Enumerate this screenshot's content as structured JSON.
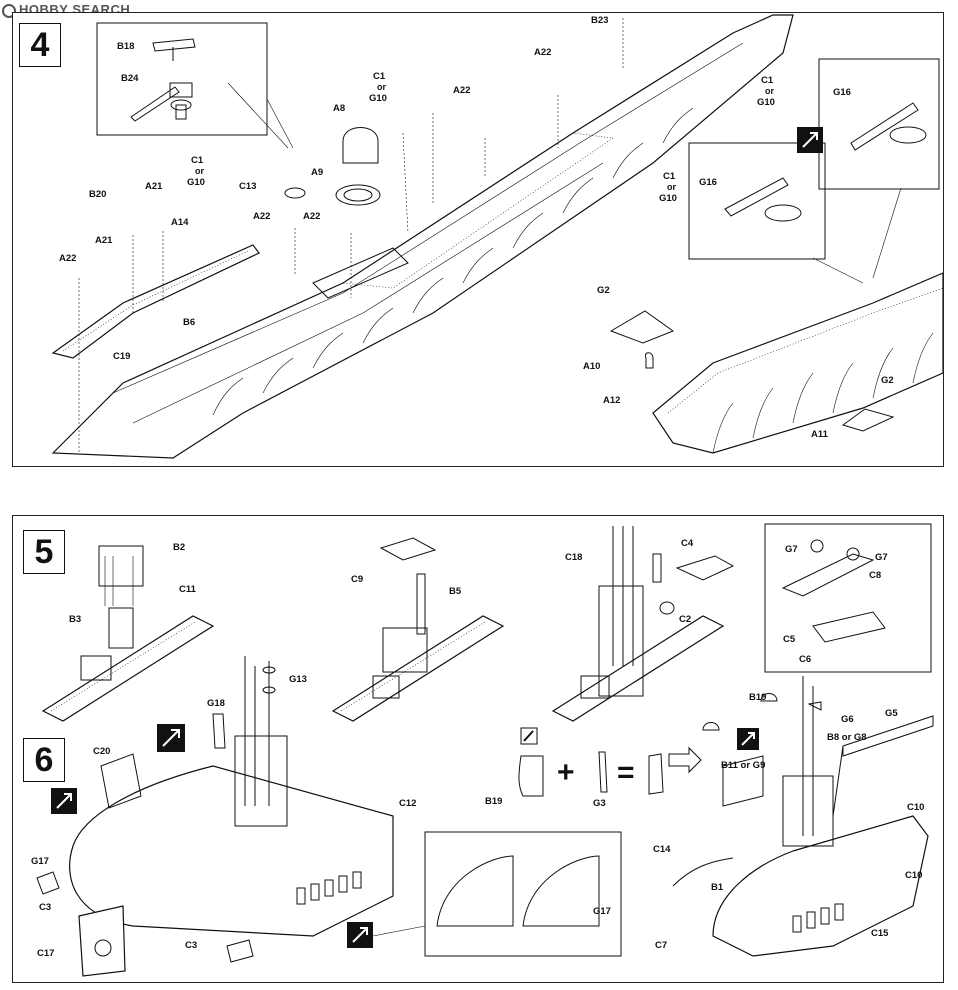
{
  "watermark": "HOBBY SEARCH",
  "step4": {
    "number": "4",
    "labels": {
      "B18": "B18",
      "B24": "B24",
      "B23": "B23",
      "A22": "A22",
      "C1": "C1",
      "or": "or",
      "G10": "G10",
      "A8": "A8",
      "A9": "A9",
      "C13": "C13",
      "B20": "B20",
      "A21": "A21",
      "A14": "A14",
      "B6": "B6",
      "C19": "C19",
      "G16": "G16",
      "G2": "G2",
      "A10": "A10",
      "A12": "A12",
      "A11": "A11"
    }
  },
  "step5": {
    "number": "5",
    "labels": {
      "B2": "B2",
      "C11": "C11",
      "B3": "B3",
      "C9": "C9",
      "B5": "B5",
      "C18": "C18",
      "C4": "C4",
      "C2": "C2",
      "G7": "G7",
      "C8": "C8",
      "C5": "C5",
      "C6": "C6",
      "G13": "G13",
      "G18": "G18",
      "B19": "B19",
      "G3": "G3",
      "G6": "G6",
      "G5": "G5",
      "B8orG8": "B8 or G8",
      "B11orG9": "B11 or G9",
      "C10": "C10",
      "C14": "C14",
      "B1": "B1",
      "C7": "C7",
      "C15": "C15"
    }
  },
  "step6": {
    "number": "6",
    "labels": {
      "C20": "C20",
      "C12": "C12",
      "G17": "G17",
      "C3": "C3",
      "C17": "C17"
    }
  },
  "equation": {
    "plus": "+",
    "equals": "="
  },
  "icons": [
    "cement-icon",
    "arrow-icon",
    "knife-icon"
  ]
}
